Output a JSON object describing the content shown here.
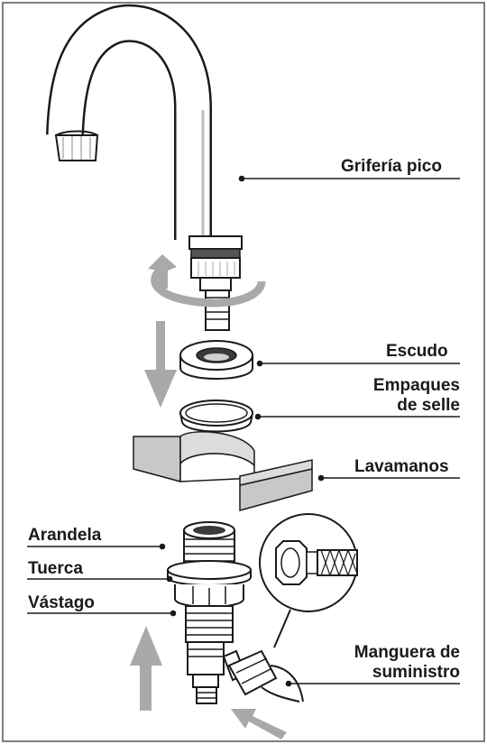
{
  "labels": {
    "griferia": "Grifería pico",
    "escudo": "Escudo",
    "empaques_1": "Empaques",
    "empaques_2": "de selle",
    "lavamanos": "Lavamanos",
    "arandela": "Arandela",
    "tuerca": "Tuerca",
    "vastago": "Vástago",
    "manguera_1": "Manguera de",
    "manguera_2": "suministro"
  },
  "colors": {
    "line": "#1a1a1a",
    "arrow_gray": "#a9a9a9",
    "part_gray": "#c8c8c8",
    "light_gray": "#dcdcdc"
  }
}
